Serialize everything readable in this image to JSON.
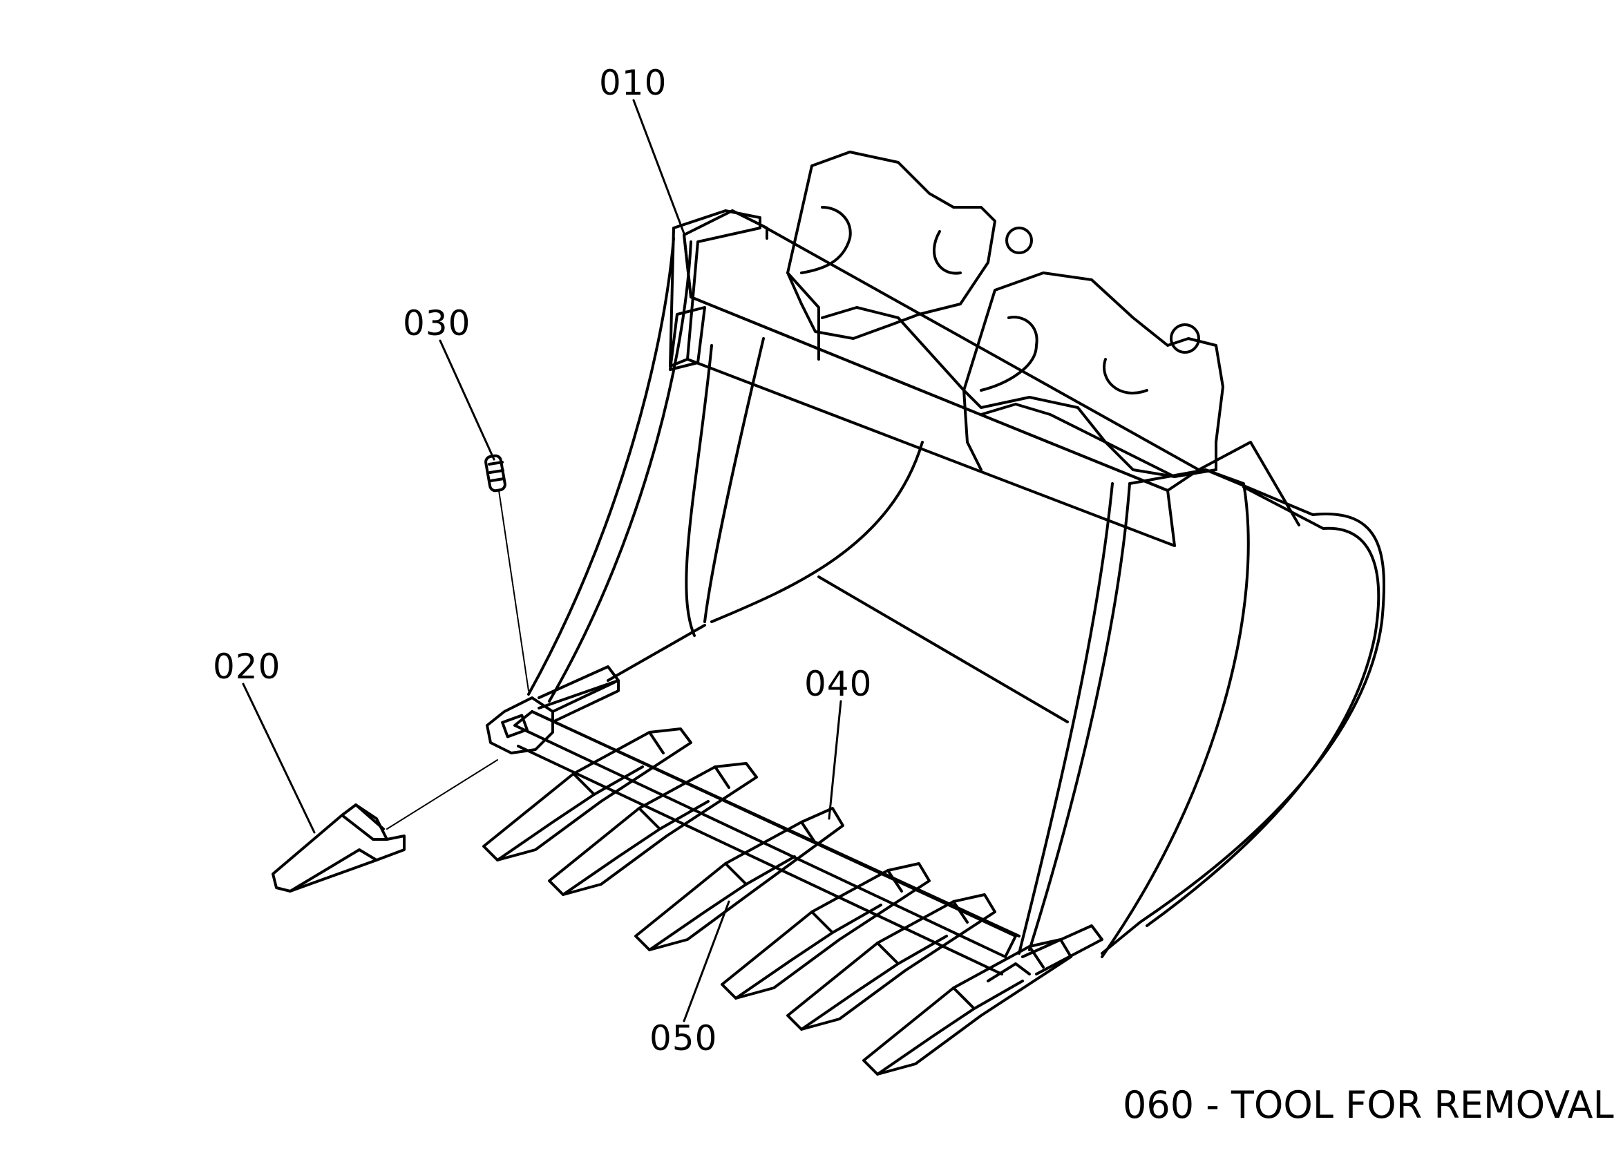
{
  "parts": [
    {
      "id": "010",
      "label": "010"
    },
    {
      "id": "020",
      "label": "020"
    },
    {
      "id": "030",
      "label": "030"
    },
    {
      "id": "040",
      "label": "040"
    },
    {
      "id": "050",
      "label": "050"
    }
  ],
  "note": "060 - TOOL FOR REMOVAL",
  "colors": {
    "line": "#000000",
    "background": "#ffffff"
  }
}
